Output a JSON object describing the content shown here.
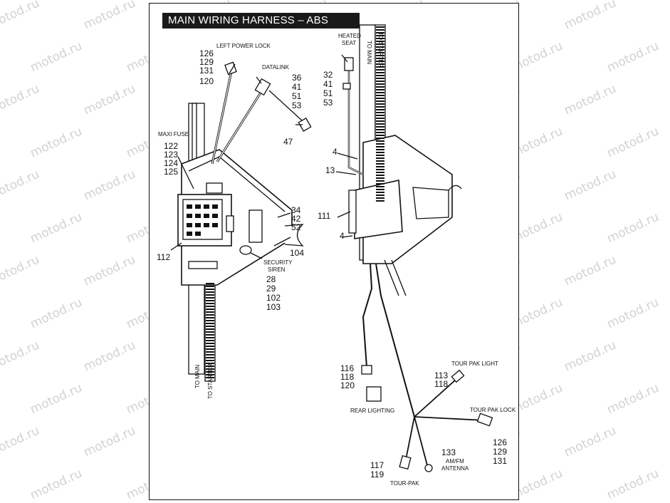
{
  "title": "MAIN WIRING  HARNESS – ABS BRAKES",
  "watermark": "motod.ru",
  "labels": {
    "left_power_lock": "LEFT POWER LOCK",
    "datalink": "DATALINK",
    "maxi_fuse": "MAXI FUSE",
    "security_siren_1": "SECURITY",
    "security_siren_2": "SIREN",
    "to_main": "TO MAIN",
    "to_starter_left": "TO STARTER",
    "heated_seat_1": "HEATED",
    "heated_seat_2": "SEAT",
    "to_starter_right": "TO STARTER",
    "to_main_right": "TO MAIN",
    "rear_lighting": "REAR LIGHTING",
    "tour_pak_light": "TOUR PAK LIGHT",
    "tour_pak_lock": "TOUR PAK LOCK",
    "am_fm_1": "AM/FM",
    "am_fm_2": "ANTENNA",
    "tour_pak": "TOUR-PAK"
  },
  "callouts": {
    "left_power_lock": [
      "126",
      "129",
      "131",
      "120"
    ],
    "datalink": [
      "36",
      "41",
      "51",
      "53"
    ],
    "n47": "47",
    "maxi_fuse": [
      "122",
      "123",
      "124",
      "125"
    ],
    "right_side_left": [
      "34",
      "42",
      "52"
    ],
    "n104": "104",
    "n112": "112",
    "security_siren": [
      "28",
      "29",
      "102",
      "103"
    ],
    "heated_seat": [
      "32",
      "41",
      "51",
      "53"
    ],
    "n4a": "4",
    "n13": "13",
    "n111": "111",
    "n4b": "4",
    "rear_lighting": [
      "116",
      "118",
      "120"
    ],
    "tour_pak_light": [
      "113",
      "118"
    ],
    "tour_pak_lock": [
      "126",
      "129",
      "131"
    ],
    "n133": "133",
    "tour_pak": [
      "117",
      "119"
    ]
  }
}
